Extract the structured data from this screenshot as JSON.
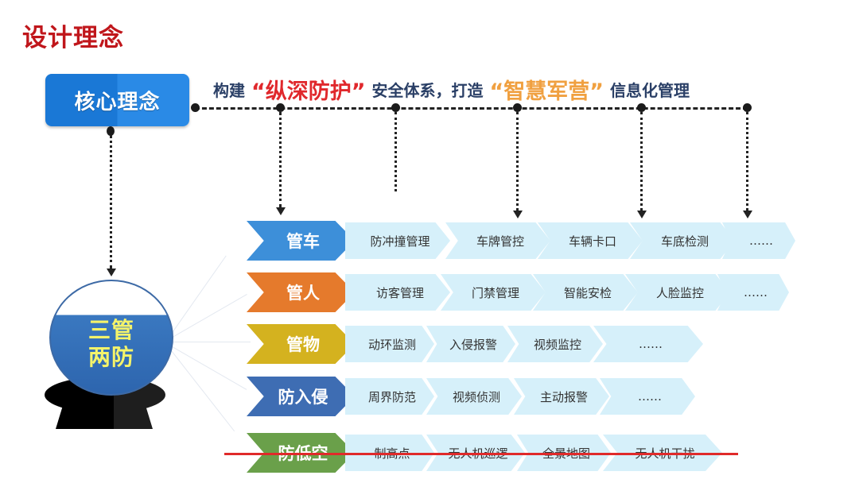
{
  "title": "设计理念",
  "core": {
    "label": "核心理念",
    "slogan": {
      "part1": "构建",
      "highlight1": "“纵深防护”",
      "part2": "安全体系，打造",
      "highlight2": "“智慧军营”",
      "part3": "信息化管理"
    }
  },
  "hub": {
    "line1": "三管",
    "line2": "两防"
  },
  "rows": [
    {
      "label": "管车",
      "color": "#3d8fd9",
      "items": [
        "防冲撞管理",
        "车牌管控",
        "车辆卡口",
        "车底检测",
        "……"
      ]
    },
    {
      "label": "管人",
      "color": "#e57a2c",
      "items": [
        "访客管理",
        "门禁管理",
        "智能安检",
        "人脸监控",
        "……"
      ]
    },
    {
      "label": "管物",
      "color": "#d4b21f",
      "items": [
        "动环监测",
        "入侵报警",
        "视频监控",
        "……"
      ]
    },
    {
      "label": "防入侵",
      "color": "#3e6db3",
      "items": [
        "周界防范",
        "视频侦测",
        "主动报警",
        "……"
      ]
    },
    {
      "label": "防低空",
      "color": "#6aa04a",
      "items": [
        "制高点",
        "无人机巡逻",
        "全景地图",
        "无人机干扰"
      ]
    }
  ],
  "colors": {
    "title": "#c0161b",
    "core_box": "#1a78d6",
    "strike": "#e02a2a",
    "item_bg": "#d6f0fa"
  }
}
